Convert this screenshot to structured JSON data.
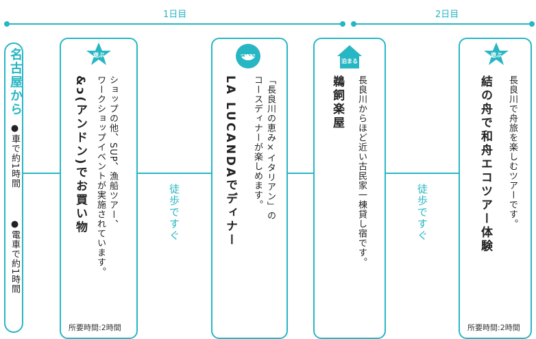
{
  "timeline": {
    "day1": "1日目",
    "day2": "2日目"
  },
  "origin": {
    "city": "名古屋から",
    "car": "●車で約1時間",
    "train": "●電車で約1時間"
  },
  "walk_labels": [
    "徒歩ですぐ",
    "徒歩ですぐ"
  ],
  "cards": [
    {
      "badge": "遊ぶ",
      "title": "&ɔ(アンドン)でお買い物",
      "desc_lines": [
        "ショップの他、SUP、漁船ツアー、",
        "ワークショップイベントが実施されています。"
      ],
      "duration": "所要時間:2時間"
    },
    {
      "badge": "食べる",
      "title": "LA LUCANDAでディナー",
      "desc_lines": [
        "「長良川の恵み×イタリアン」の",
        "コースディナーが楽しめます。"
      ],
      "duration": ""
    },
    {
      "badge": "泊まる",
      "title": "鵜飼楽屋",
      "desc_lines": [
        "長良川からほど近い古民家一棟貸し宿です。"
      ],
      "duration": ""
    },
    {
      "badge": "遊ぶ",
      "title": "結の舟で和舟エコツアー体験",
      "desc_lines": [
        "長良川で舟旅を楽しむツアーです。"
      ],
      "duration": "所要時間:2時間"
    }
  ],
  "colors": {
    "accent": "#27b6c3"
  },
  "icons": {
    "play": "star-badge-icon",
    "eat": "bowl-badge-icon",
    "stay": "house-badge-icon"
  }
}
